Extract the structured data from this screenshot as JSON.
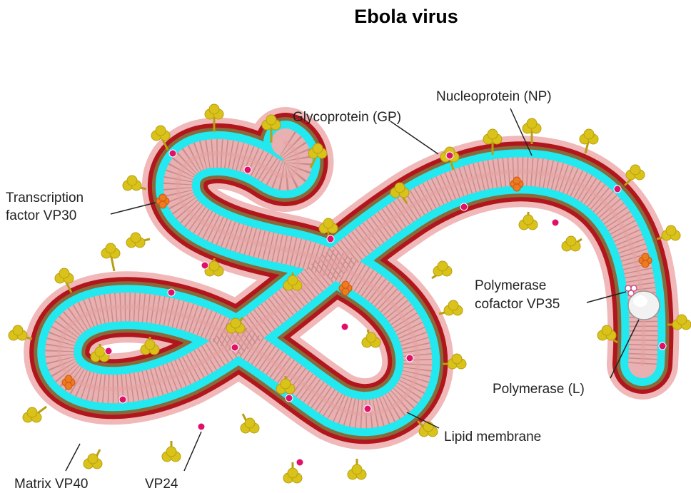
{
  "title": "Ebola virus",
  "labels": {
    "transcription_line1": "Transcription",
    "transcription_line2": "factor VP30",
    "glycoprotein": "Glycoprotein (GP)",
    "nucleoprotein": "Nucleoprotein (NP)",
    "polymerase_cofactor_line1": "Polymerase",
    "polymerase_cofactor_line2": "cofactor VP35",
    "polymerase": "Polymerase (L)",
    "lipid_membrane": "Lipid membrane",
    "matrix": "Matrix VP40",
    "vp24": "VP24"
  },
  "colors": {
    "membrane_outer": "#b0161c",
    "membrane_glow": "#e8a0a0",
    "matrix": "#8a6a3a",
    "cyan_layer": "#22e8ef",
    "nucleocapsid": "#e8b0b0",
    "glycoprotein": "#d9c21a",
    "vp24": "#e0106a",
    "vp30": "#f07a20",
    "polymerase": "#e6e6e6"
  }
}
